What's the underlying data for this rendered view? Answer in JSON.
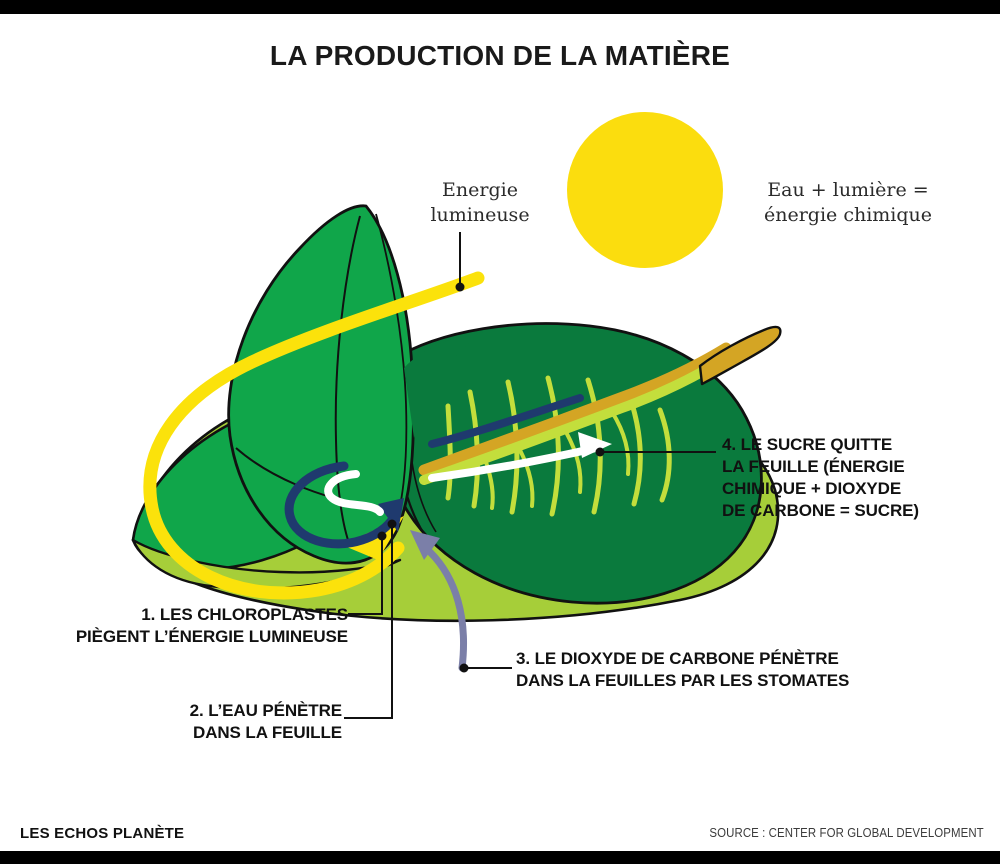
{
  "header": {
    "title": "LA PRODUCTION DE LA MATIÈRE"
  },
  "labels": {
    "energie": "Energie\nlumineuse",
    "energie_line1": "Energie",
    "energie_line2": "lumineuse",
    "eau_line1": "Eau + lumière =",
    "eau_line2": "énergie chimique"
  },
  "callouts": [
    {
      "id": "1",
      "text": "1. LES CHLOROPLASTES PIÈGENT L’ÉNERGIE LUMINEUSE",
      "line1": "1. LES CHLOROPLASTES",
      "line2": "PIÈGENT L’ÉNERGIE LUMINEUSE"
    },
    {
      "id": "2",
      "text": "2. L’EAU PÉNÈTRE DANS LA FEUILLE",
      "line1": "2. L’EAU PÉNÈTRE",
      "line2": "DANS LA FEUILLE"
    },
    {
      "id": "3",
      "text": "3. LE DIOXYDE DE CARBONE PÉNÈTRE DANS LA FEUILLES PAR LES STOMATES",
      "line1": "3. LE DIOXYDE DE CARBONE PÉNÈTRE",
      "line2": "DANS LA FEUILLES PAR LES STOMATES"
    },
    {
      "id": "4",
      "text": "4. LE SUCRE QUITTE LA FEUILLE (ÉNERGIE CHIMIQUE + DIOXYDE DE CARBONE = SUCRE)",
      "line1": "4. LE SUCRE QUITTE",
      "line2": "LA FEUILLE (ÉNERGIE",
      "line3": "CHIMIQUE + DIOXYDE",
      "line4": "DE CARBONE = SUCRE)"
    }
  ],
  "footer": {
    "brand": "LES ECHOS PLANÈTE",
    "source": "SOURCE : CENTER FOR GLOBAL DEVELOPMENT"
  },
  "colors": {
    "sun": "#FBDD0E",
    "light_arrow": "#FBE20B",
    "leaf_bright_green": "#10A64A",
    "leaf_dark_green": "#0A7A3D",
    "leaf_underside": "#A6CE39",
    "vein_light": "#C3DE3C",
    "stem_gold": "#D4A524",
    "water_navy": "#1F3A6E",
    "co2_purple": "#7B7FA8",
    "sugar_white": "#FFFFFF",
    "outline": "#111111",
    "frame": "#000000",
    "text": "#111111"
  }
}
